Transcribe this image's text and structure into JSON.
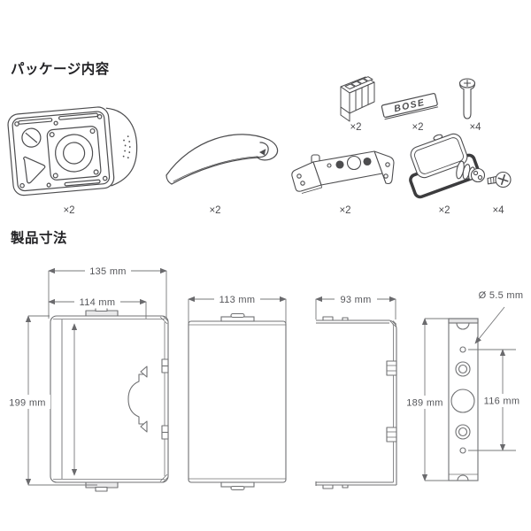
{
  "package": {
    "title": "パッケージ内容",
    "items": {
      "speaker": {
        "qty": "×2"
      },
      "cover": {
        "qty": "×2"
      },
      "connector": {
        "qty": "×2"
      },
      "logo_plate": {
        "qty": "×2",
        "brand": "BOSE"
      },
      "machine_screw": {
        "qty": "×4"
      },
      "bracket": {
        "qty": "×2"
      },
      "junction_box": {
        "qty": "×2"
      },
      "pan_screw": {
        "qty": "×4"
      }
    }
  },
  "dimensions": {
    "title": "製品寸法",
    "top_view": {
      "width": "135 mm",
      "inner_width": "114 mm",
      "height": "199 mm"
    },
    "front_view": {
      "width": "113 mm"
    },
    "side_view": {
      "depth": "93 mm"
    },
    "rear_view": {
      "height": "189 mm",
      "hole_spacing": "116 mm",
      "hole_diameter": "Ø 5.5 mm"
    }
  },
  "colors": {
    "heading": "#232326",
    "line_art": "#4d4d4f",
    "drawing_line": "#707173",
    "dim_text": "#55565a"
  }
}
